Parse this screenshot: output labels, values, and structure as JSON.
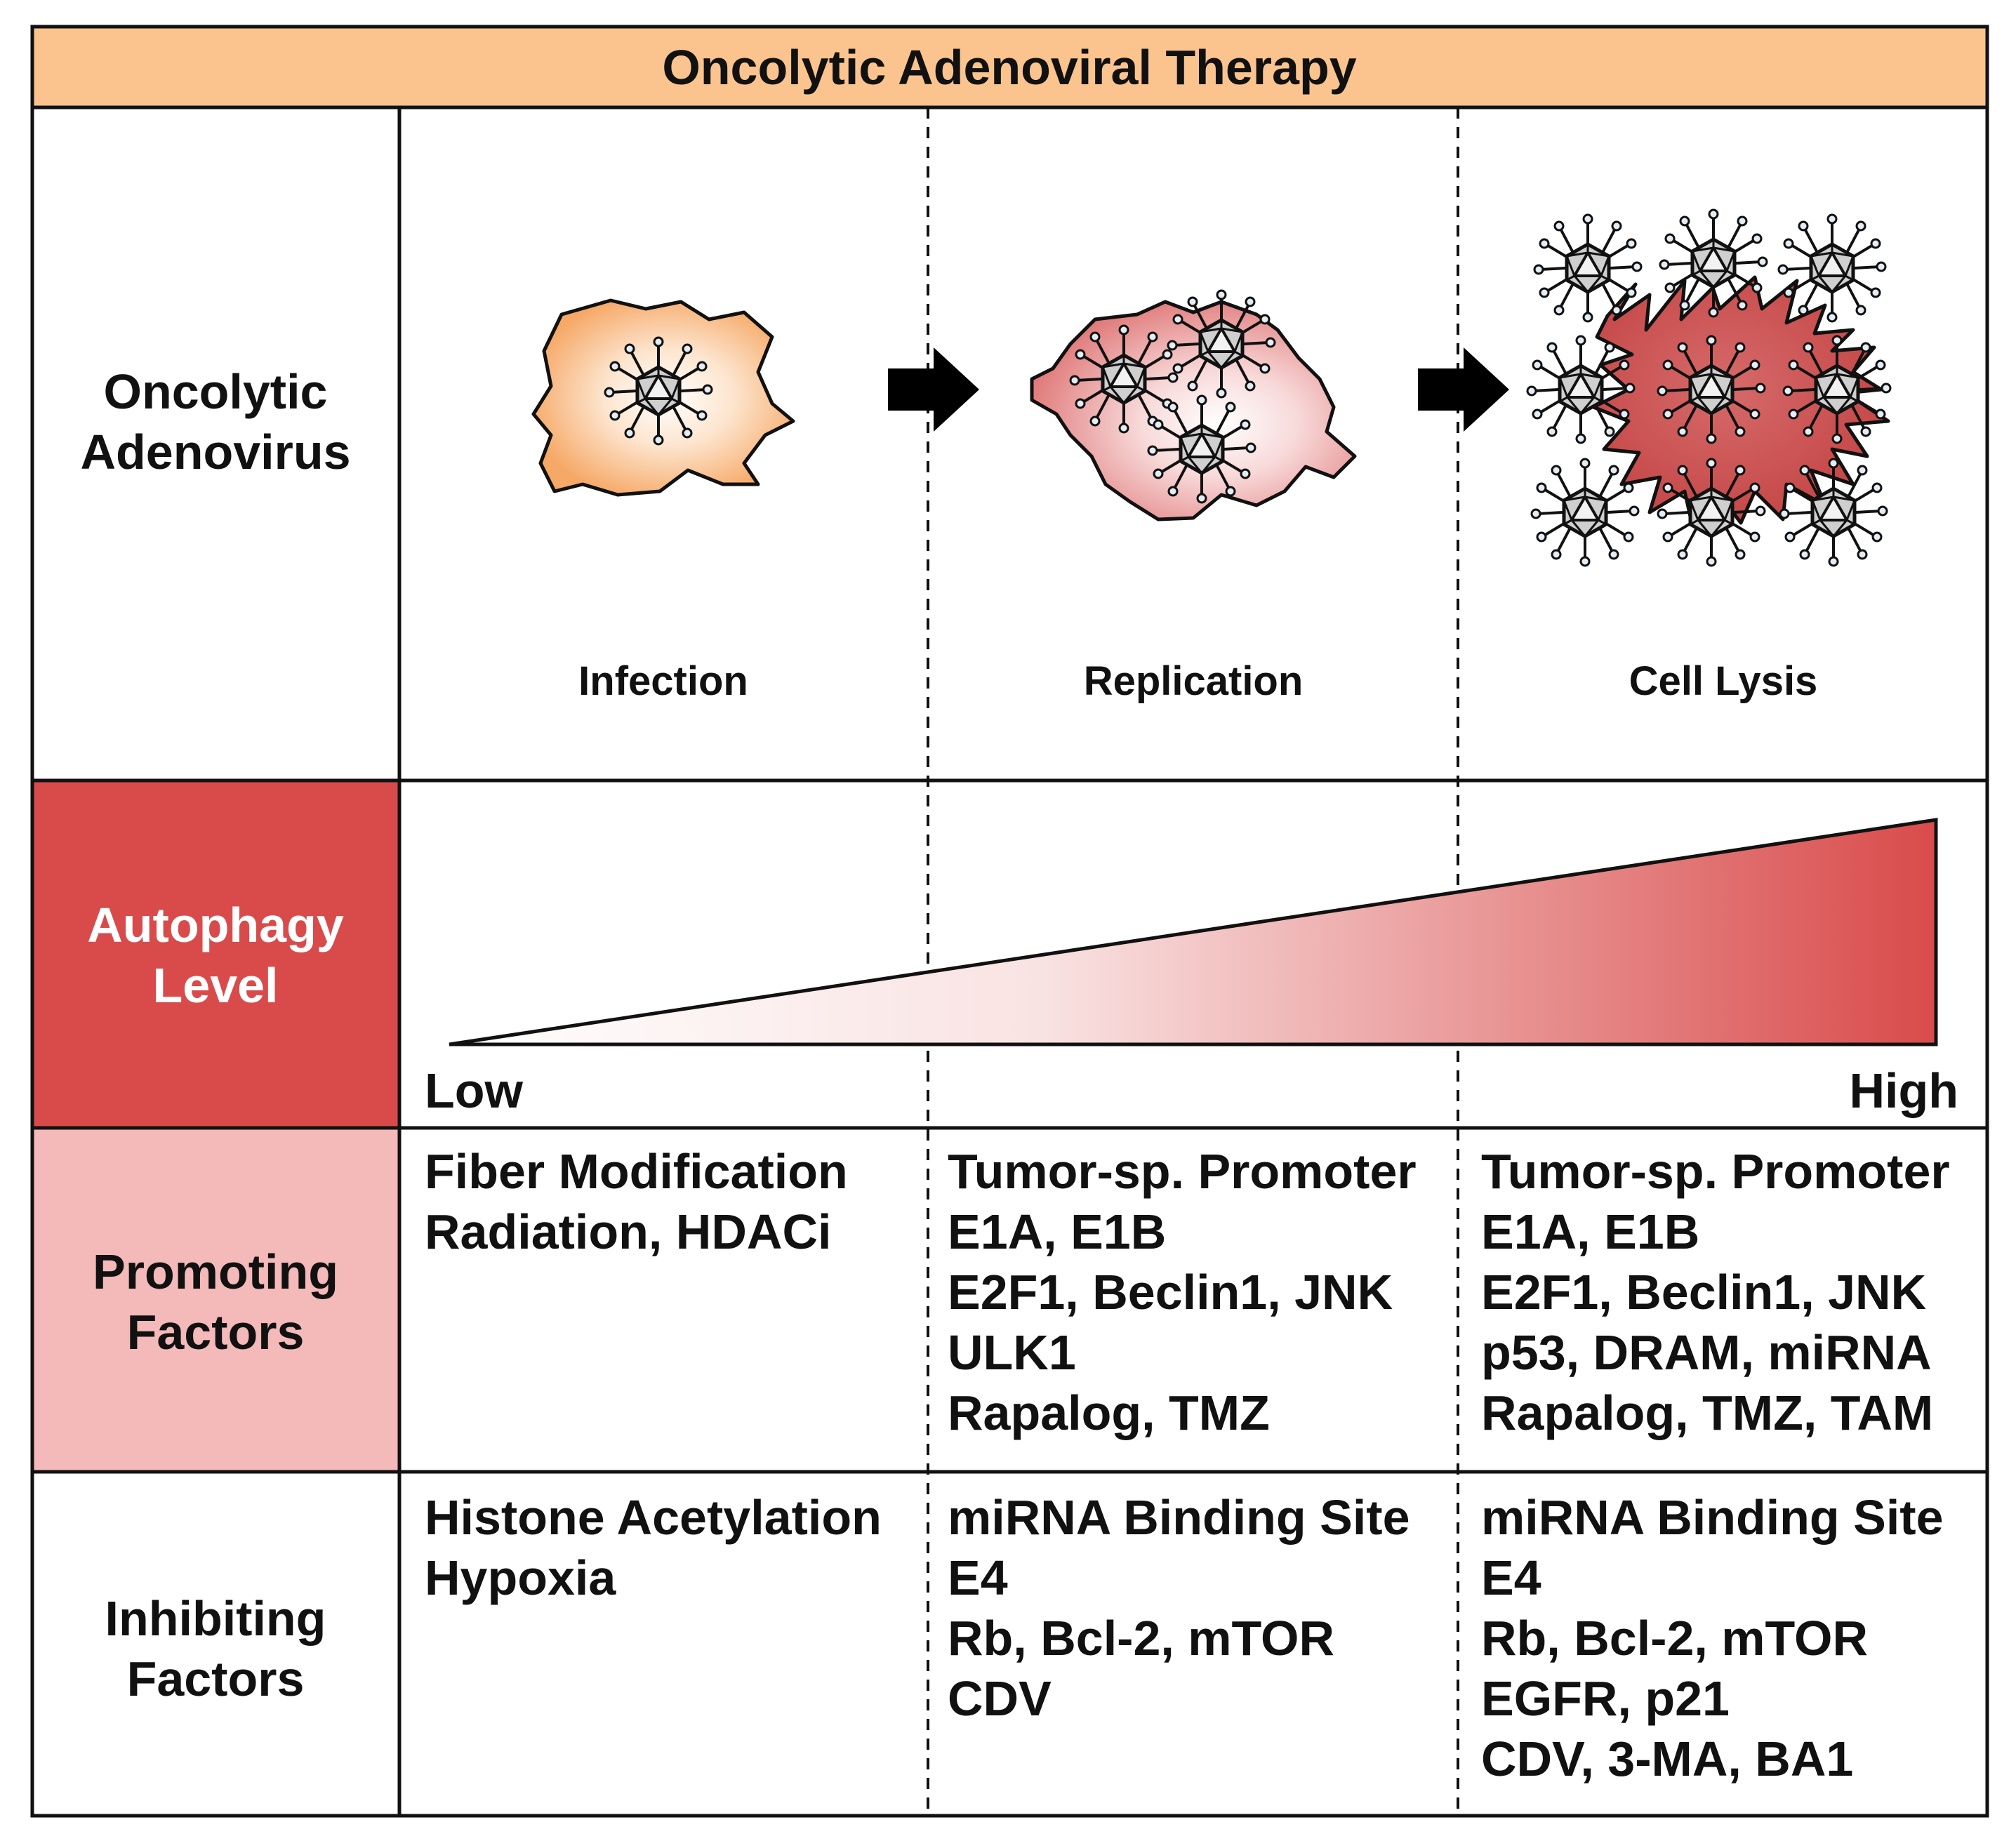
{
  "title": "Oncolytic Adenoviral Therapy",
  "rows": {
    "virus": [
      "Oncolytic",
      "Adenovirus"
    ],
    "autophagy": [
      "Autophagy",
      "Level"
    ],
    "promoting": [
      "Promoting",
      "Factors"
    ],
    "inhibiting": [
      "Inhibiting",
      "Factors"
    ]
  },
  "stages": [
    "Infection",
    "Replication",
    "Cell Lysis"
  ],
  "gradient": {
    "low": "Low",
    "high": "High"
  },
  "promoting_factors": [
    [
      "Fiber Modification",
      "Radiation, HDACi"
    ],
    [
      "Tumor-sp. Promoter",
      "E1A, E1B",
      "E2F1, Beclin1, JNK",
      "ULK1",
      "Rapalog, TMZ"
    ],
    [
      "Tumor-sp. Promoter",
      "E1A, E1B",
      "E2F1, Beclin1, JNK",
      "p53, DRAM, miRNA",
      "Rapalog, TMZ, TAM"
    ]
  ],
  "inhibiting_factors": [
    [
      "Histone Acetylation",
      "Hypoxia"
    ],
    [
      "miRNA Binding Site",
      "E4",
      "Rb, Bcl-2, mTOR",
      "CDV"
    ],
    [
      "miRNA Binding Site",
      "E4",
      "Rb, Bcl-2, mTOR",
      "EGFR, p21",
      "CDV, 3-MA, BA1"
    ]
  ],
  "colors": {
    "title_band": "#fbc48e",
    "autophagy_cell": "#d94b4b",
    "promoting_cell": "#f4b9b9",
    "infection_cell": "#f6a866",
    "replication_cell": "#e07a7a",
    "lysis_cell": "#c94a4a"
  }
}
